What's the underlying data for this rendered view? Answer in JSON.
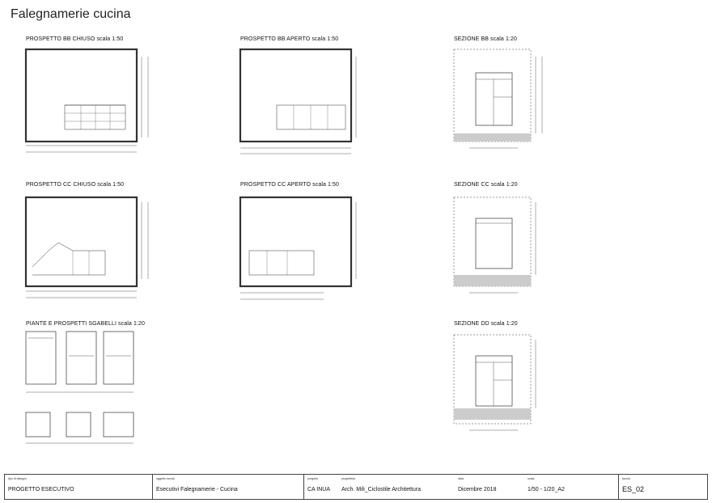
{
  "page_title": "Falegnamerie cucina",
  "sections": {
    "bb_chiuso": "PROSPETTO BB CHIUSO scala 1:50",
    "bb_aperto": "PROSPETTO BB APERTO scala 1:50",
    "sez_bb": "SEZIONE BB scala 1:20",
    "cc_chiuso": "PROSPETTO CC CHIUSO scala 1:50",
    "cc_aperto": "PROSPETTO CC APERTO scala 1:50",
    "sez_cc": "SEZIONE CC scala 1:20",
    "sgabelli": "PIANTE E PROSPETTI SGABELLI scala 1:20",
    "sez_dd": "SEZIONE DD scala 1:20"
  },
  "title_block": {
    "tipo_label": "tipo di disegno",
    "tipo_value": "PROGETTO ESECUTIVO",
    "oggetto_label": "oggetto tavola",
    "oggetto_value": "Esecutivi Falegnamerie - Cucina",
    "progetto_label": "progetto",
    "progetto_value": "CA INUA",
    "progettista_label": "progettista",
    "progettista_value": "Arch. Mili_Ciclostile Architettura",
    "data_label": "data",
    "data_value": "Dicembre 2018",
    "scala_label": "scala",
    "scala_value": "1/50 - 1/20_A2",
    "tavola_label": "tavola",
    "tavola_value": "ES_02"
  }
}
